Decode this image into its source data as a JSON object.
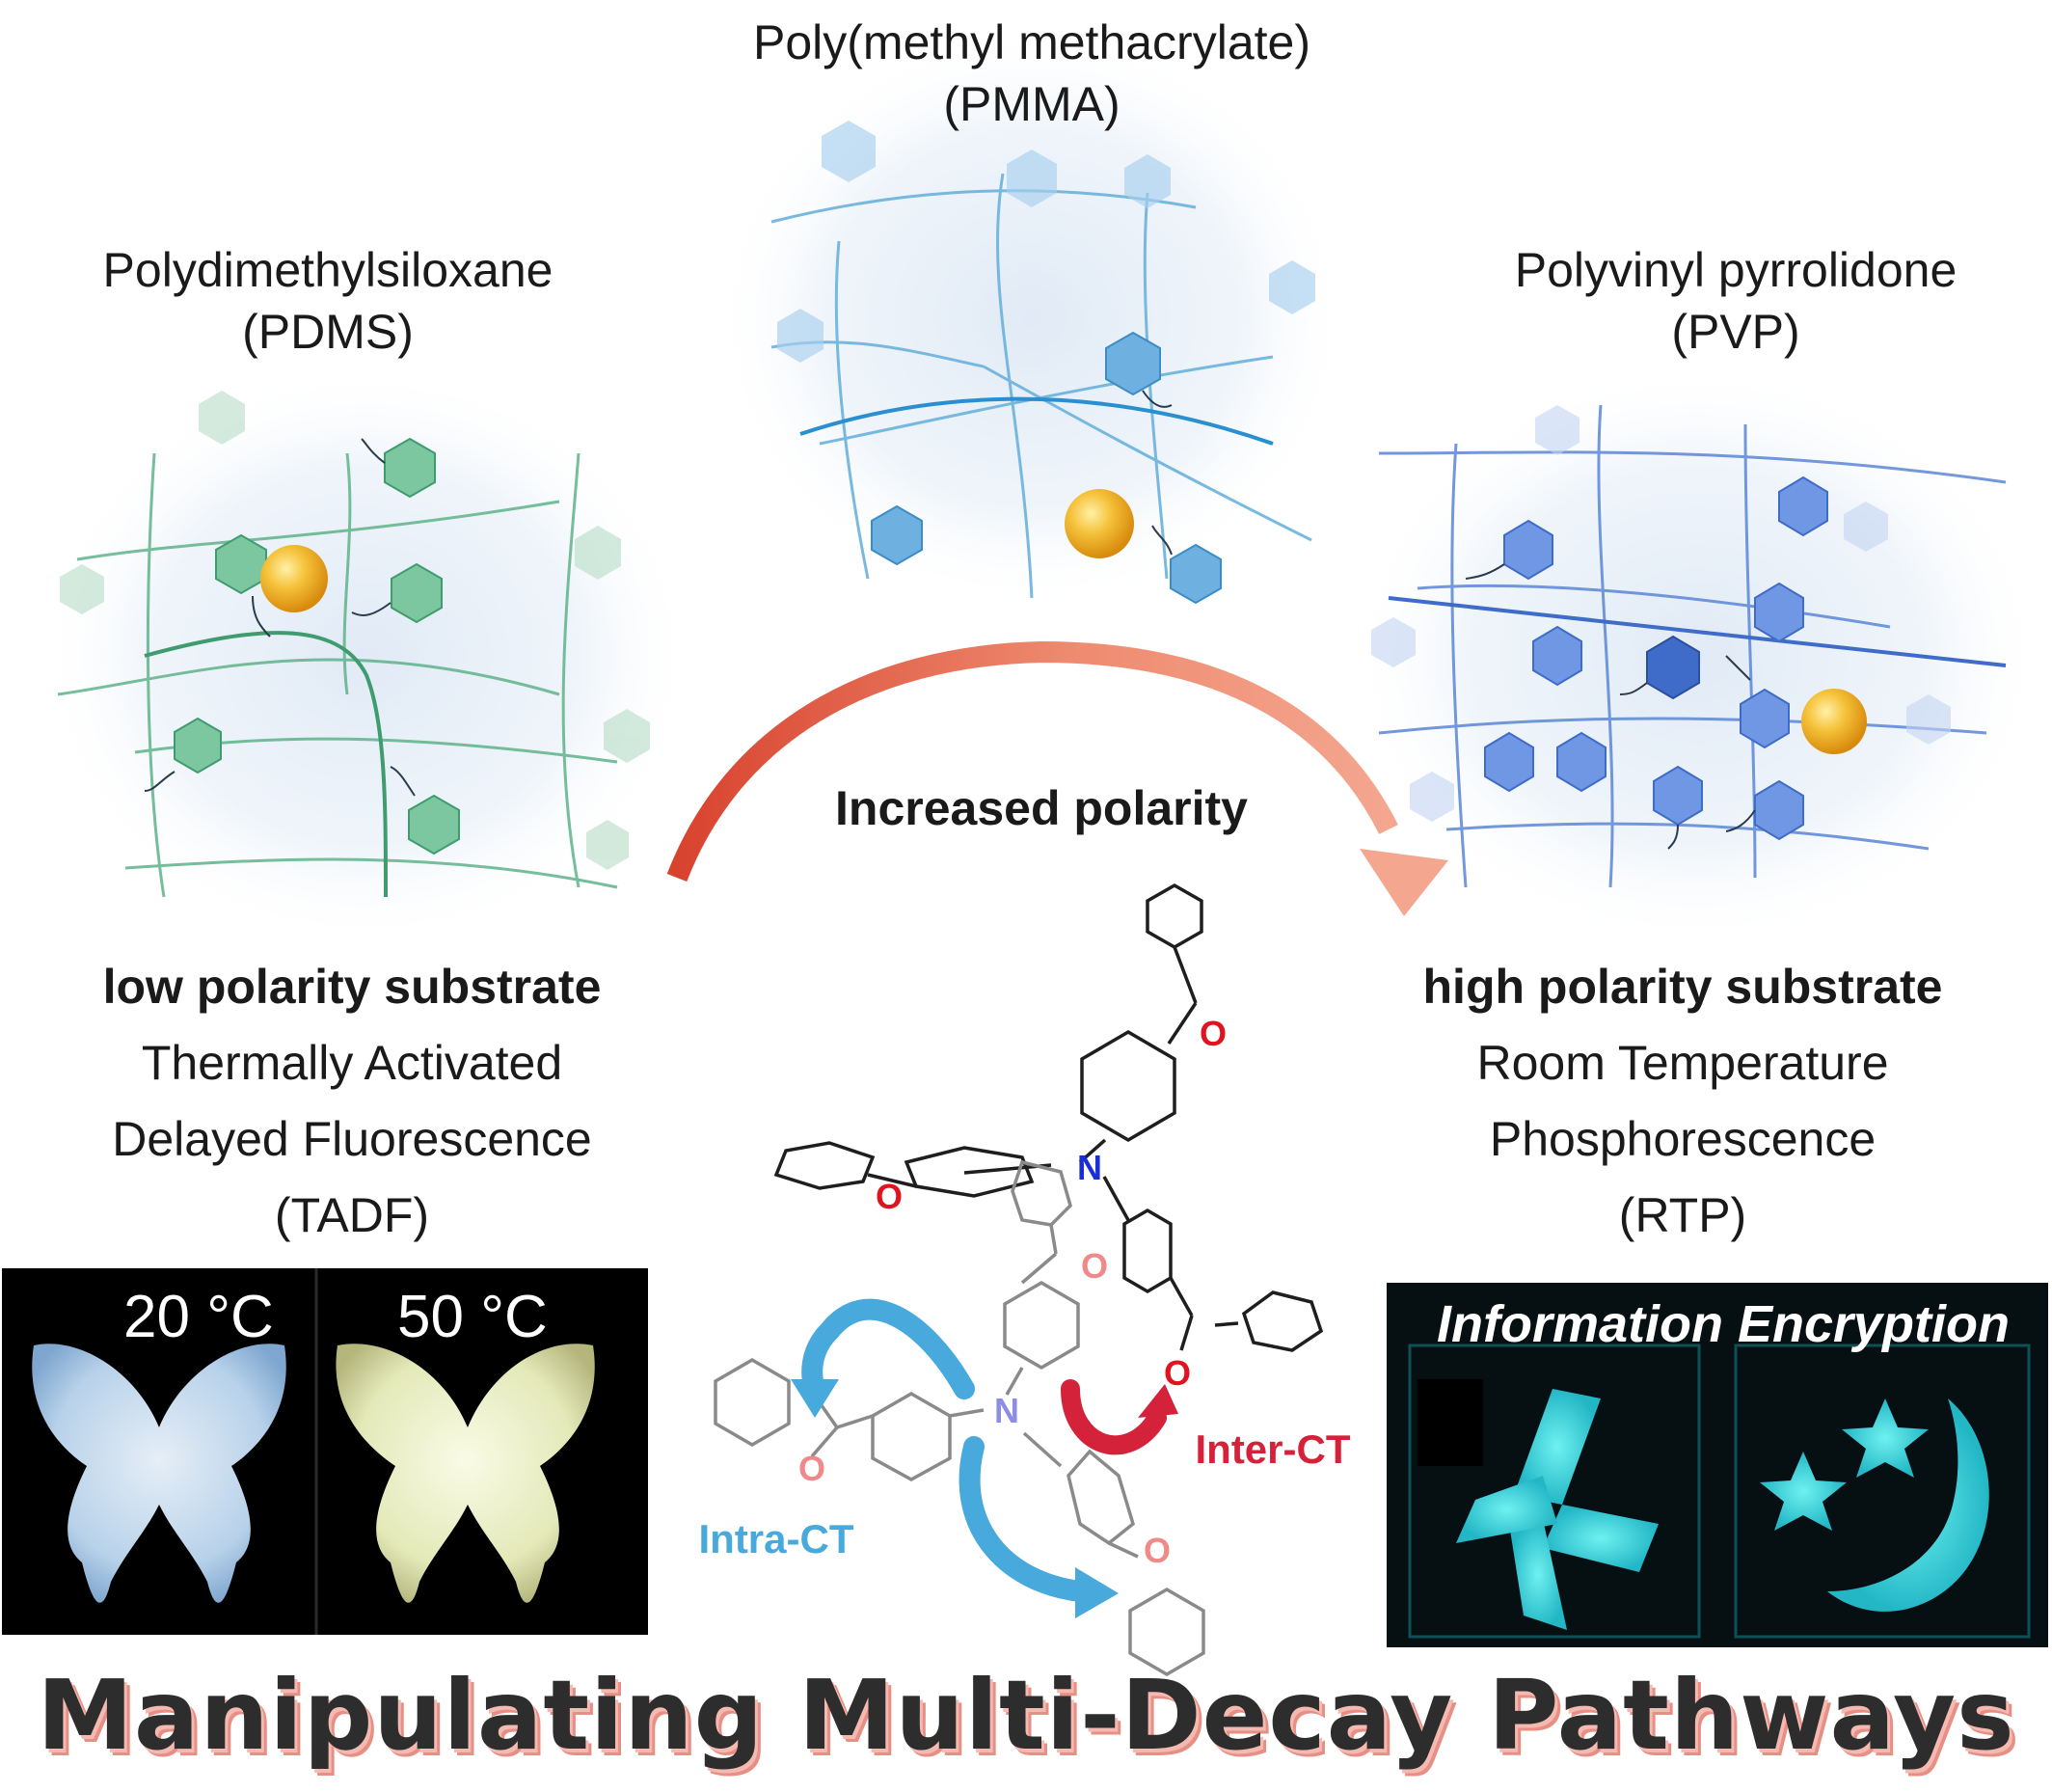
{
  "top_label": {
    "name": "Poly(methyl methacrylate)",
    "abbr": "(PMMA)"
  },
  "left_label": {
    "name": "Polydimethylsiloxane",
    "abbr": "(PDMS)"
  },
  "right_label": {
    "name": "Polyvinyl pyrrolidone",
    "abbr": "(PVP)"
  },
  "arrow_label": "Increased polarity",
  "left_text": {
    "heading": "low polarity substrate",
    "lines": [
      "Thermally Activated",
      "Delayed Fluorescence",
      "(TADF)"
    ]
  },
  "right_text": {
    "heading": "high polarity substrate",
    "lines": [
      "Room Temperature",
      "Phosphorescence",
      "(RTP)"
    ]
  },
  "photo_left": {
    "temp1": "20 °C",
    "temp2": "50 °C"
  },
  "photo_right": {
    "caption": "Information Encryption"
  },
  "molecule": {
    "atom_n": "N",
    "atom_o": "O",
    "intra": "Intra-CT",
    "inter": "Inter-CT"
  },
  "title": "Manipulating Multi-Decay Pathways",
  "colors": {
    "pdms_green": "#5fb38a",
    "pmma_blue": "#6bb2dd",
    "pvp_blue": "#5b86d6",
    "sphere": "#f2b21e",
    "arrow": "#e26c5a",
    "intra_ct": "#48a9dc",
    "inter_ct": "#d3223a",
    "nitrogen": "#1a2ed6",
    "oxygen": "#e0141e",
    "glow": "#47e3e6"
  }
}
